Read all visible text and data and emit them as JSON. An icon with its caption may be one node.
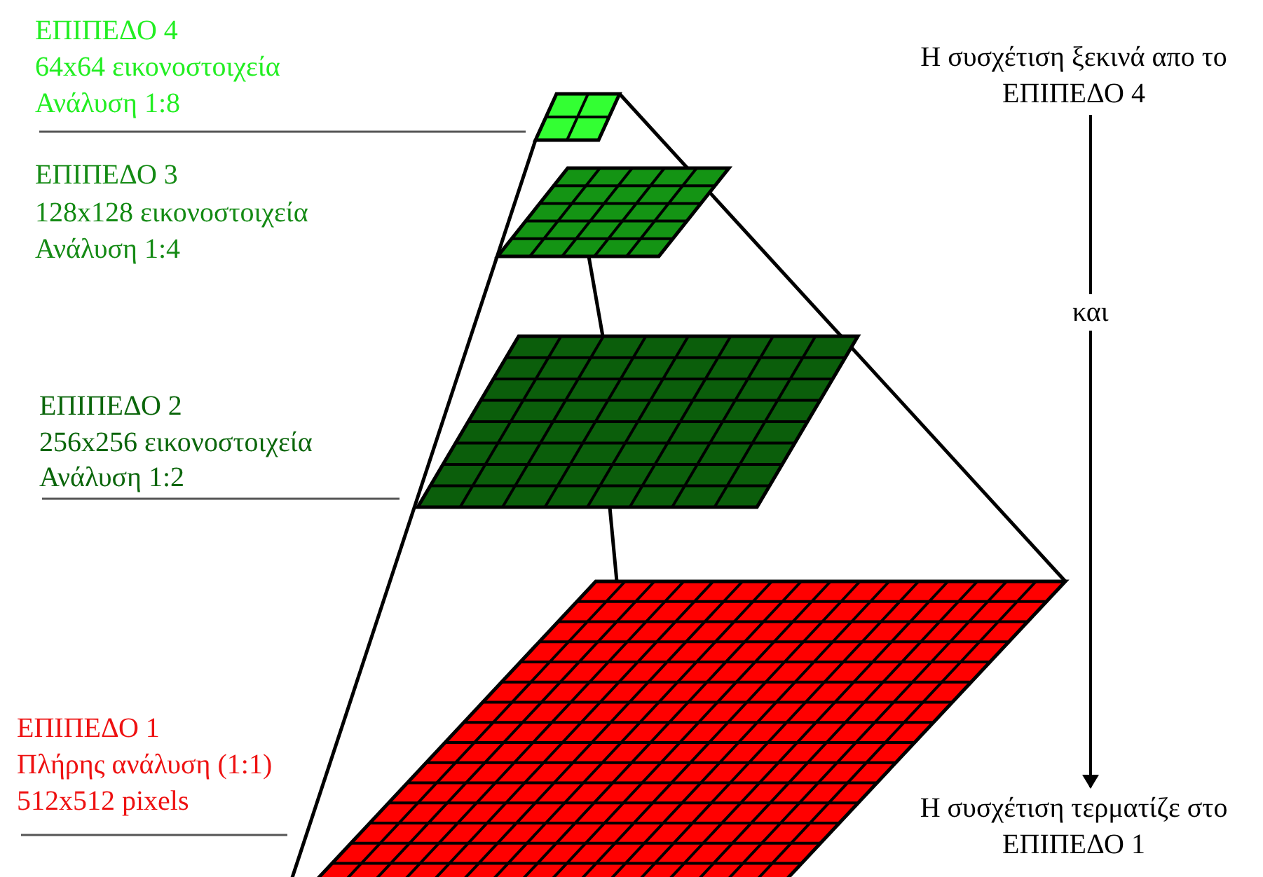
{
  "diagram": {
    "nodes": [
      {
        "text": [
          "Η συσχέτιση ξεκινά απο το ΕΠΙΠΕΔΟ 4"
        ]
      },
      {
        "text": [
          "Η συσχέτιση τερματίζε στο ΕΠΙΠΕΔΟ 1"
        ]
      }
    ],
    "edges": [
      {
        "from": 0,
        "to": 1,
        "arrow": "to",
        "label": "και"
      }
    ],
    "labels": [
      "ΕΠΙΠΕΔΟ 4",
      "64x64 εικονοστοιχεία",
      "Ανάλυση 1:8",
      "ΕΠΙΠΕΔΟ 3",
      "128x128 εικονοστοιχεία",
      "Ανάλυση 1:4",
      "ΕΠΙΠΕΔΟ 2",
      "256x256 εικονοστοιχεία",
      "Ανάλυση 1:2",
      "ΕΠΙΠΕΔΟ 1",
      "Πλήρης ανάλυση (1:1)",
      "512x512 pixels"
    ]
  }
}
